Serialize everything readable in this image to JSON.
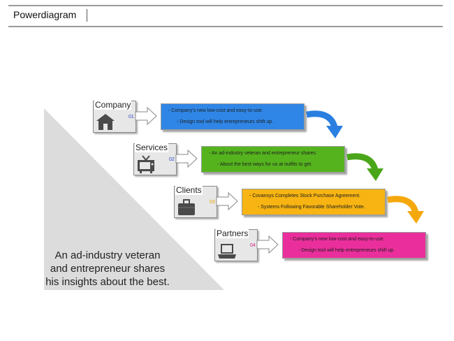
{
  "header": {
    "title": "Powerdiagram"
  },
  "caption": {
    "lines": [
      "An ad-industry veteran",
      "and entrepreneur shares",
      "his insights about the best."
    ]
  },
  "steps": [
    {
      "label": "Company",
      "number": "01",
      "icon": "house-icon",
      "color": "#2f86e6",
      "lines": [
        "- Company's new low-cost and easy-to-use.",
        "- Design tool will help entrepreneurs shift up."
      ]
    },
    {
      "label": "Services",
      "number": "02",
      "icon": "tv-icon",
      "color": "#55b41e",
      "lines": [
        "- An ad-industry veteran and entrepreneur shares.",
        "- About the best ways for us at outfits to get."
      ]
    },
    {
      "label": "Clients",
      "number": "03",
      "icon": "briefcase-icon",
      "color": "#f7b412",
      "lines": [
        "- Covansys Completes Stock Purchase Agreement.",
        "- Systems Following Favorable Shareholder Vote."
      ]
    },
    {
      "label": "Partners",
      "number": "04",
      "icon": "laptop-icon",
      "color": "#ea2f9c",
      "lines": [
        "- Company's new low-cost and easy-to-use.",
        "- Design tool will help entrepreneurs shift up."
      ]
    }
  ],
  "connector_colors": [
    "#2a7fe0",
    "#4aa618",
    "#f5a80c"
  ]
}
